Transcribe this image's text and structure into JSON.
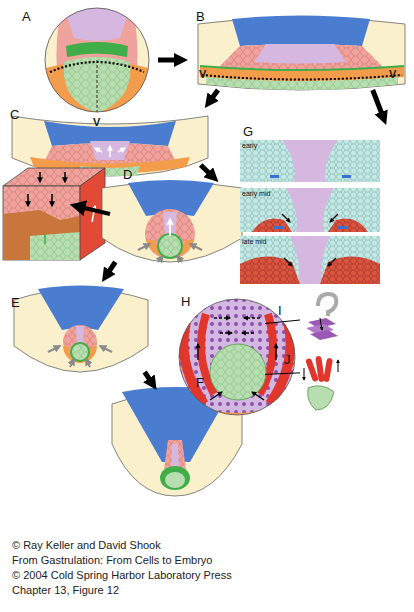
{
  "diagram": {
    "nodes": [
      {
        "text": [
          "A"
        ]
      },
      {
        "text": [
          "B"
        ]
      },
      {
        "text": [
          "C"
        ]
      },
      {
        "text": [
          "G"
        ]
      },
      {
        "text": [
          "early"
        ],
        "in": 3
      },
      {
        "text": [
          "early mid"
        ],
        "in": 3
      },
      {
        "text": [
          "late mid"
        ],
        "in": 3
      },
      {
        "text": [
          "D"
        ]
      },
      {
        "text": [
          "E"
        ]
      },
      {
        "text": [
          "H"
        ]
      },
      {
        "text": [
          "I"
        ]
      },
      {
        "text": [
          "J"
        ]
      },
      {
        "text": [
          "F"
        ]
      }
    ],
    "edges": [
      {
        "from": 0,
        "to": 1,
        "arrow": "to"
      },
      {
        "from": 1,
        "to": 2,
        "arrow": "to"
      },
      {
        "from": 1,
        "to": 3,
        "arrow": "to"
      },
      {
        "from": 2,
        "to": 7,
        "arrow": "to"
      },
      {
        "from": 7,
        "to": 8,
        "arrow": "to"
      },
      {
        "from": 8,
        "to": 12,
        "arrow": "to"
      },
      {
        "from": 9,
        "to": 10,
        "arrow": "none"
      },
      {
        "from": 9,
        "to": 11,
        "arrow": "none"
      }
    ],
    "labels": [
      "V",
      "V",
      "V",
      "© Ray Keller and David Shook",
      "From Gastrulation: From Cells to Embryo",
      "© 2004 Cold Spring Harbor Laboratory Press",
      "Chapter 13, Figure 12"
    ]
  }
}
